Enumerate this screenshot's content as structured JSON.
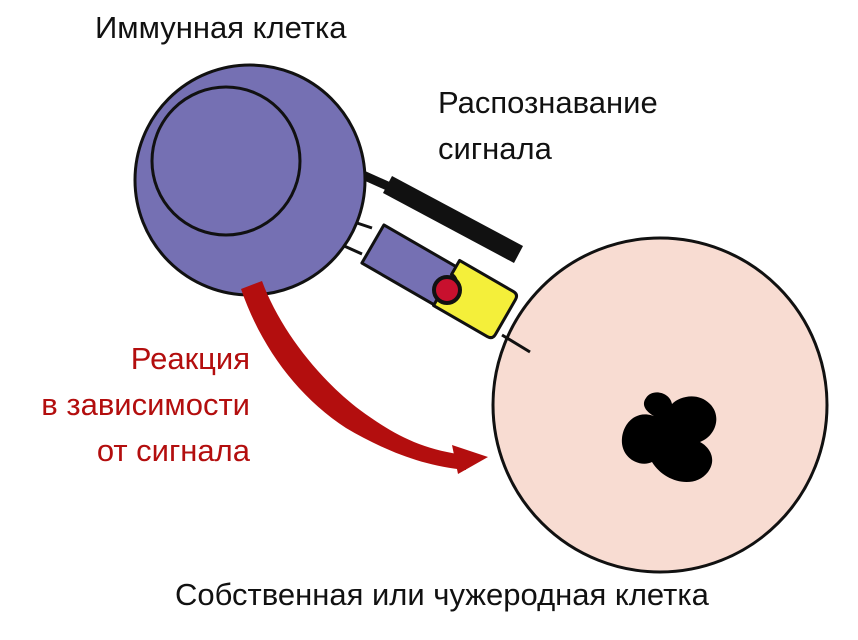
{
  "labels": {
    "immune_cell": "Иммунная клетка",
    "recognition": [
      "Распознавание",
      "сигнала"
    ],
    "reaction": [
      "Реакция",
      "в зависимости",
      "от сигнала"
    ],
    "target_cell": "Собственная или чужеродная клетка"
  },
  "colors": {
    "immune_cell": "#7570b3",
    "receptor": "#7570b3",
    "signal_molecule": "#f4ef3a",
    "ligand_core": "#c8102e",
    "target_cell": "#f8dcd2",
    "nucleus": "#000000",
    "reaction_arrow": "#b30e0e",
    "outline": "#111111"
  }
}
